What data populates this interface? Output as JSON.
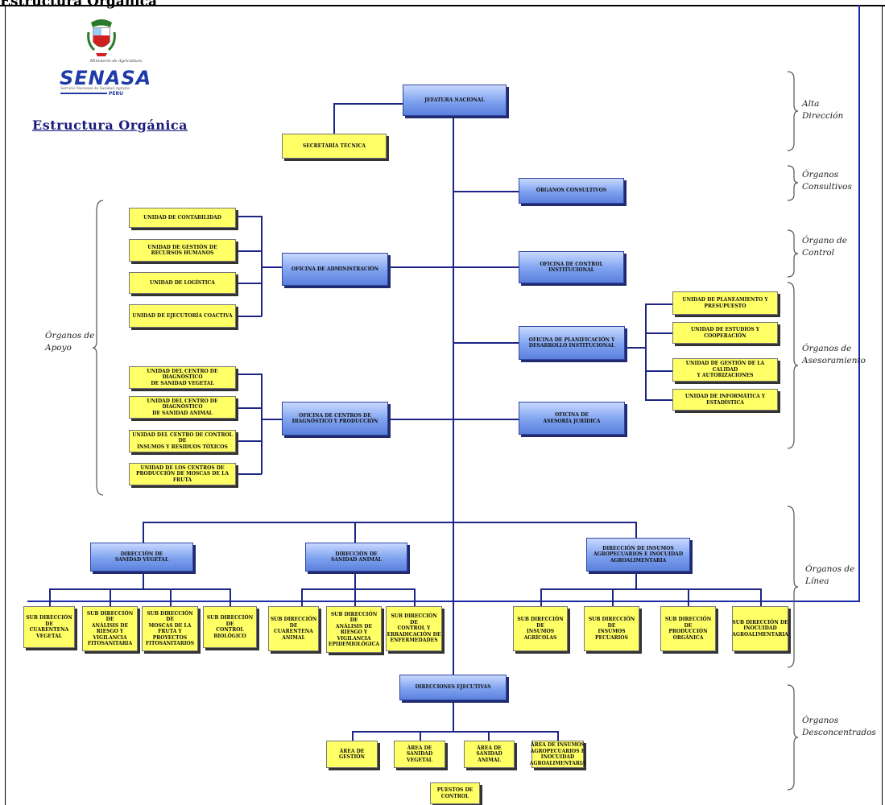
{
  "page_heading": "Estructura Orgánica",
  "logo": {
    "ministry": "Ministerio de Agricultura",
    "name": "SENASA",
    "subtitle": "Servicio Nacional de Sanidad Agraria",
    "country": "PERU"
  },
  "doc_title": "Estructura Orgánica",
  "groups": {
    "alta_direccion": [
      "Alta",
      "Dirección"
    ],
    "consultivos": [
      "Órganos",
      "Consultivos"
    ],
    "control": [
      "Órgano de",
      "Control"
    ],
    "asesoramiento": [
      "Órganos de",
      "Asesoramiento"
    ],
    "apoyo": [
      "Órganos de",
      "Apoyo"
    ],
    "linea": [
      "Órganos de",
      "Línea"
    ],
    "desconcentrados": [
      "Órganos",
      "Desconcentrados"
    ]
  },
  "nodes": {
    "jefatura": "JEFATURA NACIONAL",
    "secretaria": "SECRETARÍA TÉCNICA",
    "consultivos": "ÓRGANOS CONSULTIVOS",
    "oci": [
      "OFICINA DE CONTROL",
      "INSTITUCIONAL"
    ],
    "administracion": "OFICINA DE ADMINISTRACIÓN",
    "planificacion": [
      "OFICINA DE PLANIFICACIÓN Y",
      "DESARROLLO INSTITUCIONAL"
    ],
    "centros": [
      "OFICINA DE CENTROS DE",
      "DIAGNÓSTICO Y PRODUCCIÓN"
    ],
    "juridica": [
      "OFICINA DE",
      "ASESORÍA JURÍDICA"
    ],
    "admin_units": [
      [
        "UNIDAD DE CONTABILIDAD"
      ],
      [
        "UNIDAD DE GESTIÓN DE",
        "RECURSOS HUMANOS"
      ],
      [
        "UNIDAD DE LOGÍSTICA"
      ],
      [
        "UNIDAD DE EJECUTORÍA COACTIVA"
      ]
    ],
    "centros_units": [
      [
        "UNIDAD DEL CENTRO DE DIAGNÓSTICO",
        "DE SANIDAD VEGETAL"
      ],
      [
        "UNIDAD DEL CENTRO DE DIAGNÓSTICO",
        "DE SANIDAD ANIMAL"
      ],
      [
        "UNIDAD DEL CENTRO DE CONTROL DE",
        "INSUMOS Y RESIDUOS TÓXICOS"
      ],
      [
        "UNIDAD DE LOS CENTROS DE",
        "PRODUCCIÓN DE MOSCAS DE LA FRUTA"
      ]
    ],
    "plan_units": [
      [
        "UNIDAD DE PLANEAMIENTO Y",
        "PRESUPUESTO"
      ],
      [
        "UNIDAD DE ESTUDIOS Y COOPERACIÓN"
      ],
      [
        "UNIDAD DE GESTIÓN DE LA CALIDAD",
        "Y AUTORIZACIONES"
      ],
      [
        "UNIDAD DE INFORMÁTICA Y ESTADÍSTICA"
      ]
    ],
    "dir_vegetal": [
      "DIRECCIÓN DE",
      "SANIDAD VEGETAL"
    ],
    "dir_animal": [
      "DIRECCIÓN DE",
      "SANIDAD ANIMAL"
    ],
    "dir_insumos": [
      "DIRECCIÓN DE INSUMOS",
      "AGROPECUARIOS E INOCUIDAD",
      "AGROALIMENTARIA"
    ],
    "sub_vegetal": [
      [
        "SUB DIRECCIÓN DE",
        "CUARENTENA",
        "VEGETAL"
      ],
      [
        "SUB DIRECCIÓN DE",
        "ANÁLISIS DE",
        "RIESGO Y",
        "VIGILANCIA",
        "FITOSANITARIA"
      ],
      [
        "SUB DIRECCIÓN DE",
        "MOSCAS DE LA",
        "FRUTA Y",
        "PROYECTOS",
        "FITOSANITARIOS"
      ],
      [
        "SUB DIRECCIÓN DE",
        "CONTROL",
        "BIOLÓGICO"
      ]
    ],
    "sub_animal": [
      [
        "SUB DIRECCIÓN DE",
        "CUARENTENA",
        "ANIMAL"
      ],
      [
        "SUB DIRECCIÓN DE",
        "ANÁLISIS DE",
        "RIESGO Y",
        "VIGILANCIA",
        "EPIDEMIOLÓGICA"
      ],
      [
        "SUB DIRECCIÓN DE",
        "CONTROL Y",
        "ERRADICACIÓN DE",
        "ENFERMEDADES"
      ]
    ],
    "sub_insumos": [
      [
        "SUB DIRECCIÓN DE",
        "INSUMOS",
        "AGRÍCOLAS"
      ],
      [
        "SUB DIRECCIÓN DE",
        "INSUMOS",
        "PECUARIOS"
      ],
      [
        "SUB DIRECCIÓN DE",
        "PRODUCCIÓN",
        "ORGÁNICA"
      ],
      [
        "SUB DIRECCIÓN DE",
        "INOCUIDAD",
        "AGROALIMENTARIA"
      ]
    ],
    "ejecutivas": "DIRECCIONES EJECUTIVAS",
    "areas": [
      [
        "ÁREA DE GESTIÓN"
      ],
      [
        "ÁREA DE SANIDAD",
        "VEGETAL"
      ],
      [
        "ÁREA DE SANIDAD",
        "ANIMAL"
      ],
      [
        "ÁREA DE INSUMOS",
        "AGROPECUARIOS E",
        "INOCUIDAD",
        "AGROALIMENTARIA"
      ]
    ],
    "puestos": [
      "PUESTOS DE",
      "CONTROL"
    ]
  },
  "colors": {
    "blue_box": "#6f94ea",
    "yellow_box": "#ffff66",
    "connector": "#1c2486",
    "frame_blue": "#1a2aa8"
  }
}
